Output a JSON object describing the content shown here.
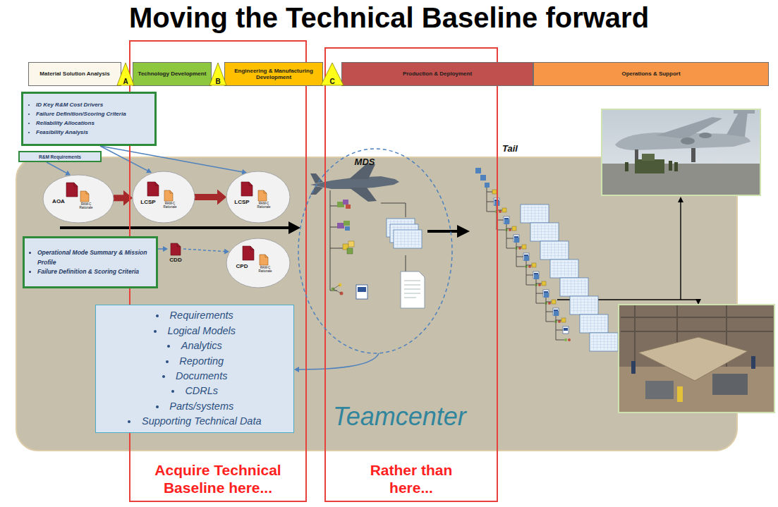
{
  "diagram": {
    "title": "Moving the Technical Baseline forward",
    "nodes": [
      {
        "text": [
          "Material Solution Analysis"
        ]
      },
      {
        "text": [
          "A"
        ]
      },
      {
        "text": [
          "Technology Development"
        ]
      },
      {
        "text": [
          "B"
        ]
      },
      {
        "text": [
          "Engineering & Manufacturing Development"
        ]
      },
      {
        "text": [
          "C"
        ]
      },
      {
        "text": [
          "Production & Deployment"
        ]
      },
      {
        "text": [
          "Operations & Support"
        ]
      },
      {
        "text": [
          "ID Key R&M Cost Drivers",
          "Failure Definition/Scoring Criteria",
          "Reliability Allocations",
          "Feasibility Analysis"
        ]
      },
      {
        "text": [
          "R&M Requirements"
        ]
      },
      {
        "text": [
          "Teamcenter"
        ]
      },
      {
        "text": [
          "AOA",
          "RAM-C Rationale"
        ],
        "in": 10
      },
      {
        "text": [
          "LCSP",
          "RAM-C Rationale"
        ],
        "in": 10
      },
      {
        "text": [
          "LCSP",
          "RAM-C Rationale"
        ],
        "in": 10
      },
      {
        "text": [
          "Operational Mode Summary & Mission Profile",
          "Failure Definition & Scoring Criteria"
        ],
        "in": 10
      },
      {
        "text": [
          "CDD"
        ],
        "in": 10
      },
      {
        "text": [
          "CPD",
          "RAM-C Rationale"
        ],
        "in": 10
      },
      {
        "text": [
          "MDS"
        ],
        "in": 10
      },
      {
        "text": [
          "Requirements",
          "Logical Models",
          "Analytics",
          "Reporting",
          "Documents",
          "CDRLs",
          "Parts/systems",
          "Supporting Technical Data"
        ],
        "in": 10
      },
      {
        "text": [
          "Acquire Technical Baseline here..."
        ]
      },
      {
        "text": [
          "Rather than here..."
        ]
      }
    ],
    "edges": [
      {
        "from": 8,
        "to": 12,
        "arrow": "to"
      },
      {
        "from": 8,
        "to": 13,
        "arrow": "to"
      },
      {
        "from": 9,
        "to": 11,
        "arrow": "to"
      },
      {
        "from": 11,
        "to": 12,
        "arrow": "to"
      },
      {
        "from": 12,
        "to": 13,
        "arrow": "to"
      },
      {
        "from": 14,
        "to": 15,
        "arrow": "to"
      },
      {
        "from": 15,
        "to": 16,
        "arrow": "to"
      },
      {
        "from": 17,
        "to": 18,
        "arrow": "to"
      }
    ],
    "labels": [
      "Tail"
    ]
  }
}
